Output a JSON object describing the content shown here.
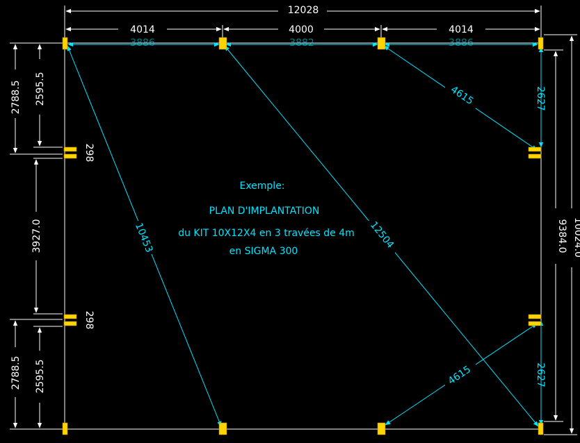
{
  "colors": {
    "background": "#000000",
    "structure": "#ffffff",
    "dimension": "#00e5ff",
    "post": "#ffd400"
  },
  "note": {
    "line1": "Exemple:",
    "line2": "PLAN D'IMPLANTATION",
    "line3": "du KIT 10X12X4 en 3 travées de 4m",
    "line4": "en SIGMA 300"
  },
  "dimensions": {
    "overall_width": "12028",
    "bay_1": "4014",
    "bay_2": "4000",
    "bay_3": "4014",
    "inner_1": "3886",
    "inner_2": "3882",
    "inner_3": "3886",
    "overall_depth": "10024.0",
    "inner_depth": "9384.0",
    "left_top_outer": "2788.5",
    "left_top_inner": "2595.5",
    "left_middle": "3927.0",
    "left_bottom_outer": "2788.5",
    "left_bottom_inner": "2595.5",
    "post_gap_top": "298",
    "post_gap_bottom": "298",
    "right_top": "2627",
    "right_bottom": "2627",
    "diag_long_left": "10453",
    "diag_long_mid": "12504",
    "diag_brace_top": "4615",
    "diag_brace_bottom": "4615"
  }
}
